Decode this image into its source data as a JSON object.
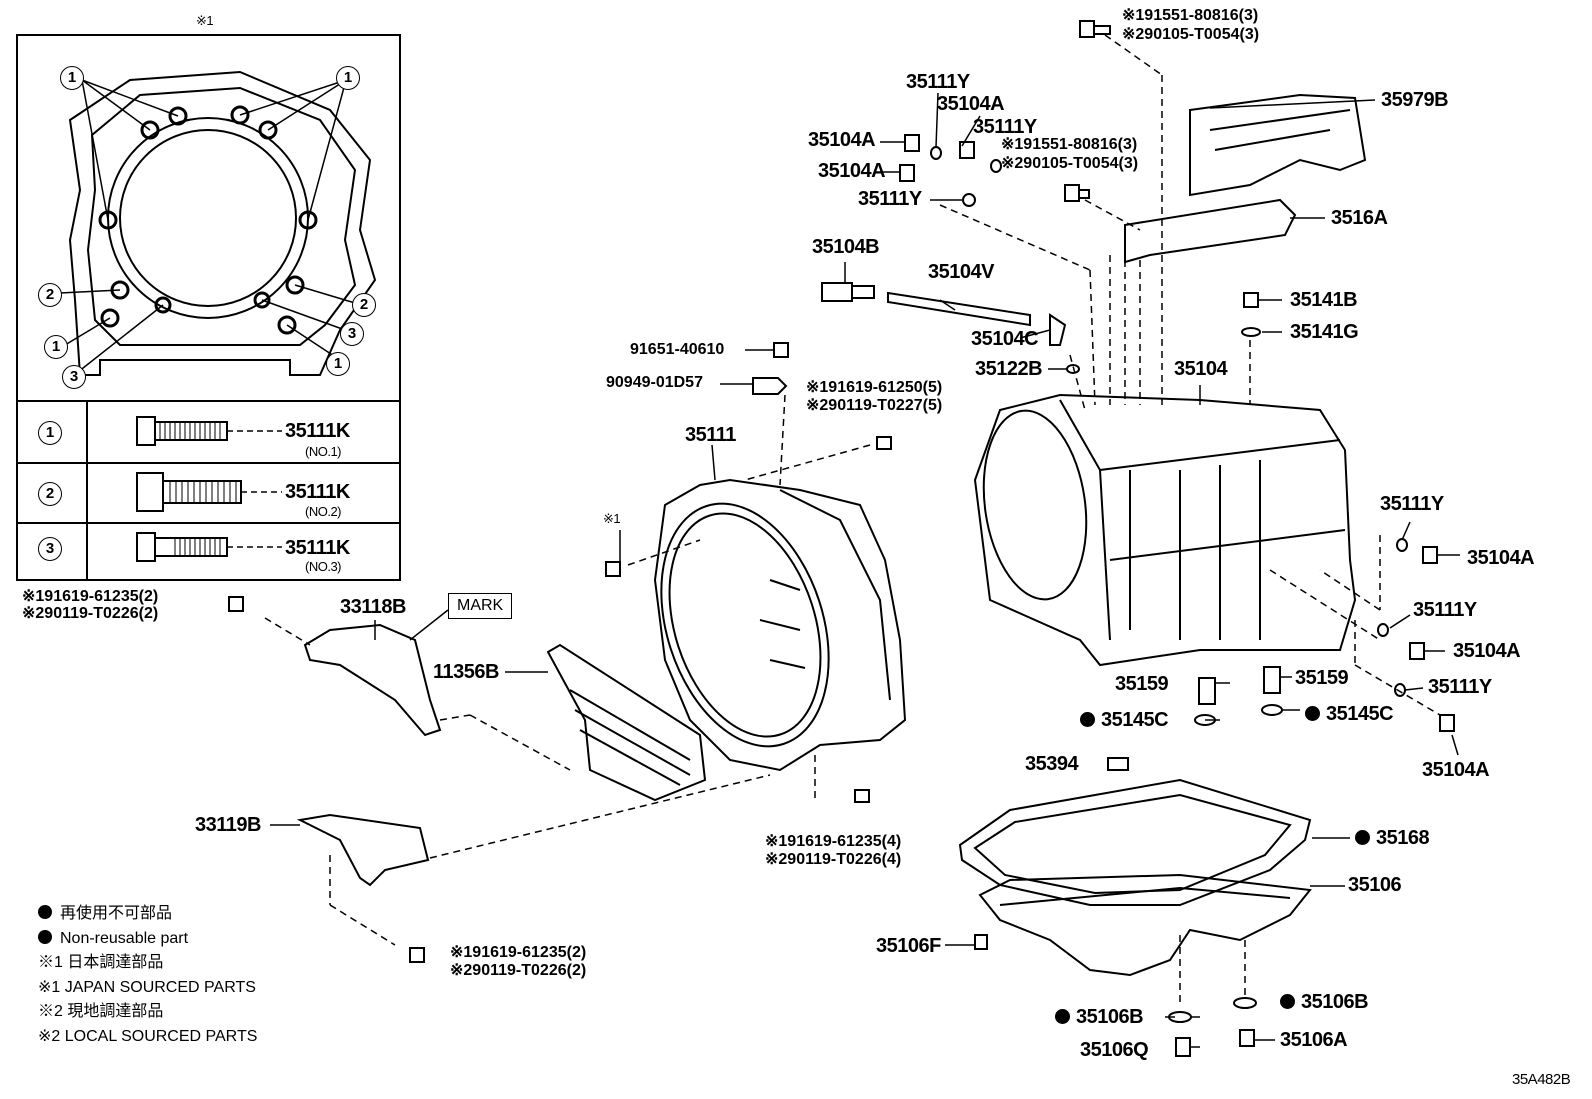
{
  "diagram_code": "35A482B",
  "inset": {
    "title": "※1",
    "bolts": [
      {
        "num": "1",
        "part": "35111K",
        "spec": "(NO.1)"
      },
      {
        "num": "2",
        "part": "35111K",
        "spec": "(NO.2)"
      },
      {
        "num": "3",
        "part": "35111K",
        "spec": "(NO.3)"
      }
    ]
  },
  "labels": {
    "top_bolt_a": "※191551-80816(3)",
    "top_bolt_b": "※290105-T0054(3)",
    "p35979B": "35979B",
    "p35111Y_1": "35111Y",
    "p35104A_1": "35104A",
    "p35104A_2": "35104A",
    "p35111Y_2": "35111Y",
    "p35104A_3": "35104A",
    "p35111Y_3": "35111Y",
    "mid_bolt_a": "※191551-80816(3)",
    "mid_bolt_b": "※290105-T0054(3)",
    "p3516A": "3516A",
    "p35104B": "35104B",
    "p35104V": "35104V",
    "p35141B": "35141B",
    "p35141G": "35141G",
    "p35104C": "35104C",
    "p91651": "91651-40610",
    "p35122B": "35122B",
    "p35104": "35104",
    "p90949": "90949-01D57",
    "bh_bolt_a": "※191619-61250(5)",
    "bh_bolt_b": "※290119-T0227(5)",
    "p35111": "35111",
    "mark1": "※1",
    "p35111Y_4": "35111Y",
    "p35104A_4": "35104A",
    "br_bolt_a": "※191619-61235(2)",
    "br_bolt_b": "※290119-T0226(2)",
    "p33118B": "33118B",
    "mark": "MARK",
    "p35111Y_5": "35111Y",
    "p35104A_5": "35104A",
    "p11356B": "11356B",
    "p35159_1": "35159",
    "p35159_2": "35159",
    "p35111Y_6": "35111Y",
    "p35145C_1": "35145C",
    "p35145C_2": "35145C",
    "p35104A_6": "35104A",
    "p35394": "35394",
    "p33119B": "33119B",
    "low_bolt_a": "※191619-61235(4)",
    "low_bolt_b": "※290119-T0226(4)",
    "p35168": "35168",
    "p35106": "35106",
    "p35106F": "35106F",
    "bb_bolt_a": "※191619-61235(2)",
    "bb_bolt_b": "※290119-T0226(2)",
    "p35106B_1": "35106B",
    "p35106B_2": "35106B",
    "p35106Q": "35106Q",
    "p35106A": "35106A"
  },
  "legend": {
    "line1": "再使用不可部品",
    "line2": "Non-reusable part",
    "line3": "※1 日本調達部品",
    "line4": "※1 JAPAN SOURCED PARTS",
    "line5": "※2 現地調達部品",
    "line6": "※2 LOCAL SOURCED PARTS"
  }
}
